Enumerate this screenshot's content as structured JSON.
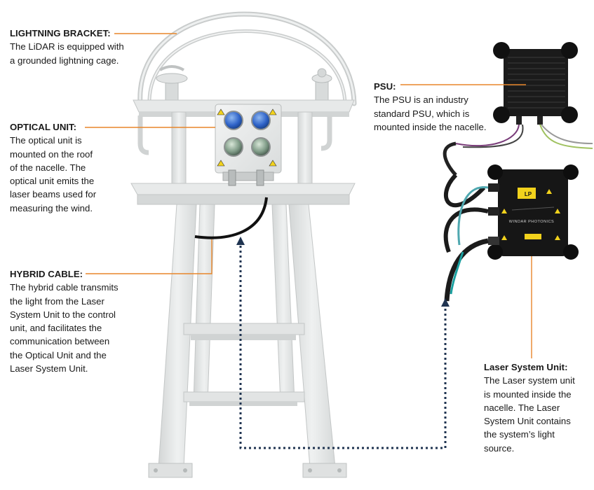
{
  "callouts": {
    "lightning_bracket": {
      "title": "LIGHTNING BRACKET:",
      "body": "The LiDAR is equipped with\na grounded lightning cage."
    },
    "optical_unit": {
      "title": "OPTICAL UNIT:",
      "body": "The optical unit is\nmounted on the roof\nof the nacelle. The\noptical unit emits the\nlaser beams used for\nmeasuring the wind."
    },
    "hybrid_cable": {
      "title": "HYBRID CABLE:",
      "body": "The hybrid cable transmits\nthe light from the Laser\nSystem Unit to the control\nunit, and facilitates the\ncommunication between\nthe Optical Unit and the\nLaser System Unit."
    },
    "psu": {
      "title": "PSU:",
      "body": "The PSU is an industry\nstandard PSU, which is\nmounted inside the nacelle."
    },
    "laser_system_unit": {
      "title": "Laser System Unit:",
      "body": "The Laser system unit\nis mounted inside the\nnacelle. The Laser\nSystem Unit contains\nthe system’s light\nsource."
    }
  },
  "device_markings": {
    "brand_label": "WINDAR PHOTONICS",
    "lsu_badge": "LP"
  },
  "colors": {
    "leader_line": "#e8862a",
    "dotted_path": "#1f3350",
    "frame": "#e4e6e6",
    "frame_edge": "#c3c6c6",
    "device_body": "#161616",
    "warning_label": "#f2d21c"
  }
}
